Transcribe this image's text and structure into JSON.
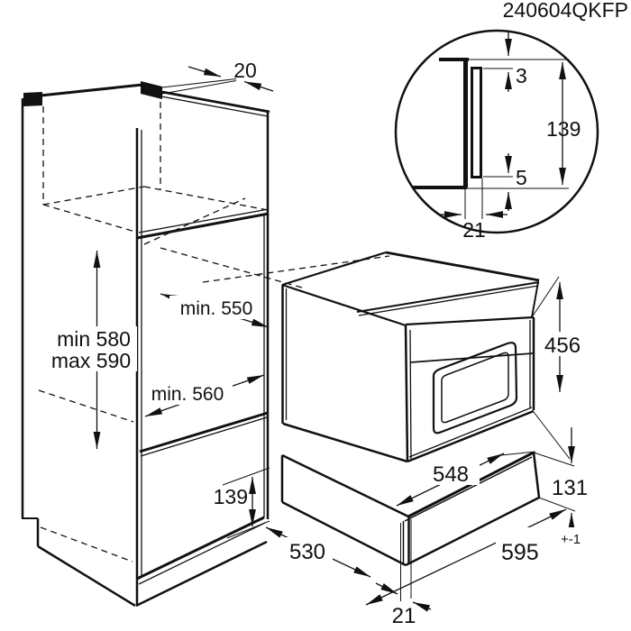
{
  "title": "240604QKFP",
  "detail_circle": {
    "gap_top": "3",
    "door_height": "139",
    "gap_bottom": "5",
    "door_depth": "21"
  },
  "cabinet": {
    "top_thickness": "20",
    "niche_depth": "min. 550",
    "niche_height_min": "min 580",
    "niche_height_max": "max 590",
    "floor_depth": "min. 560",
    "panel_height": "139",
    "recess_depth": "530"
  },
  "oven": {
    "height": "456",
    "depth": "548"
  },
  "drawer": {
    "height": "131",
    "width": "595",
    "width_tolerance": "+-1",
    "front_gap": "21"
  }
}
